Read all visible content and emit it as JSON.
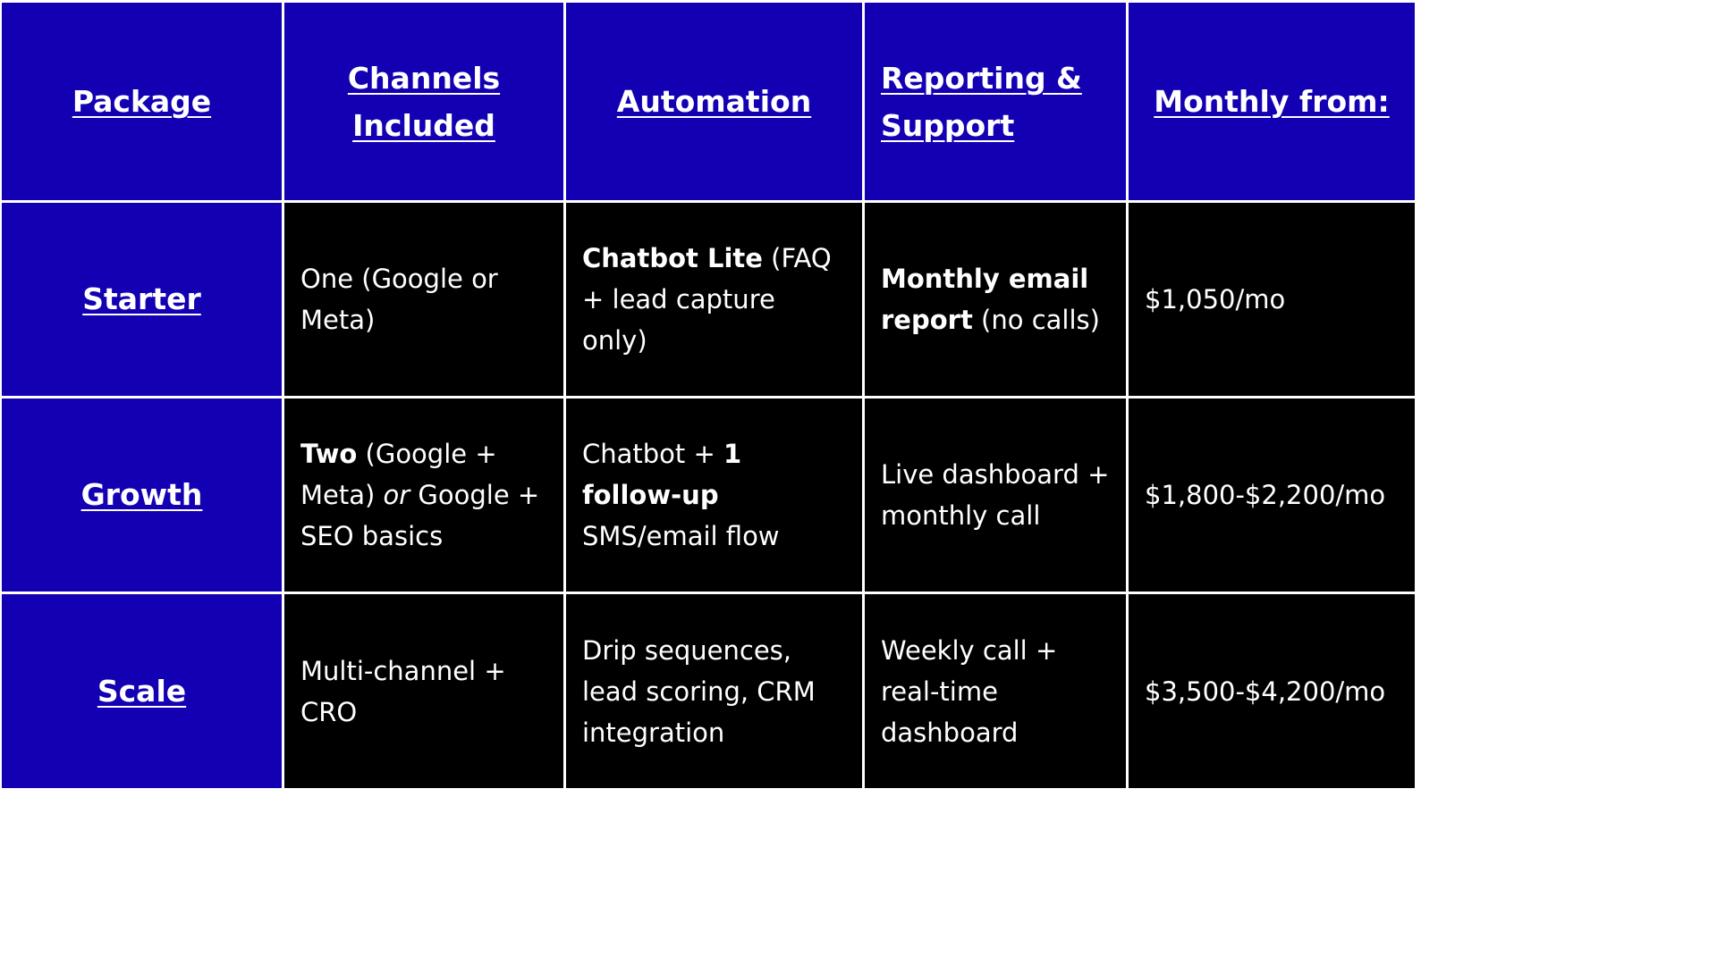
{
  "headers": {
    "package": "Package",
    "channels": "Channels Included",
    "automation": "Automation",
    "reporting": "Reporting & Support",
    "monthly": "Monthly from:"
  },
  "rows": [
    {
      "package": "Starter",
      "channels": {
        "text": "One (Google or Meta)"
      },
      "automation": {
        "bold": "Chatbot Lite",
        "rest": " (FAQ + lead capture only)"
      },
      "reporting": {
        "bold": "Monthly email report",
        "rest": " (no calls)"
      },
      "monthly": "$1,050/mo"
    },
    {
      "package": "Growth",
      "channels": {
        "bold": "Two",
        "mid": " (Google + Meta) ",
        "italic": "or",
        "rest": " Google + SEO basics"
      },
      "automation": {
        "pre": "Chatbot + ",
        "bold": "1 follow-up",
        "rest": " SMS/email flow"
      },
      "reporting": {
        "text": "Live dashboard + monthly call"
      },
      "monthly": "$1,800-$2,200/mo"
    },
    {
      "package": "Scale",
      "channels": {
        "text": "Multi-channel + CRO"
      },
      "automation": {
        "text": "Drip sequences, lead scoring, CRM integration"
      },
      "reporting": {
        "text": "Weekly call + real-time dashboard"
      },
      "monthly": "$3,500-$4,200/mo"
    }
  ],
  "colors": {
    "header_bg": "#1400b3",
    "body_bg": "#000000",
    "grid_line": "#ffffff",
    "text": "#ffffff"
  }
}
